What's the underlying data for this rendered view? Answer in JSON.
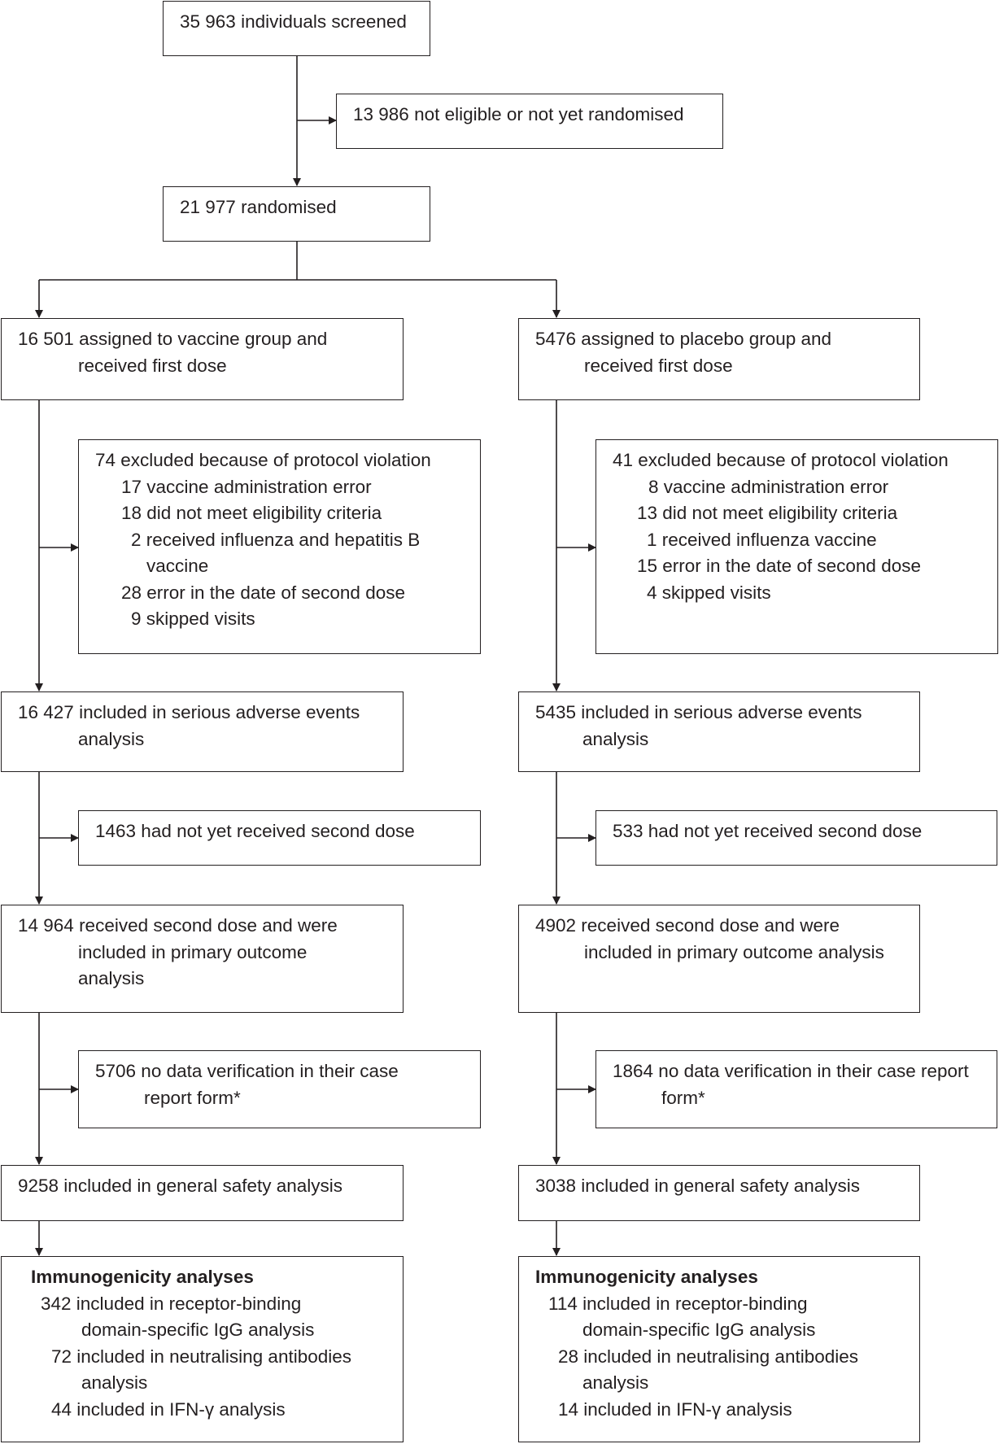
{
  "screened": "35 963 individuals screened",
  "not_eligible": "13 986 not eligible or not yet randomised",
  "randomised": "21 977 randomised",
  "vaccine": {
    "assigned": [
      "16 501 assigned to vaccine group and",
      "received first dose"
    ],
    "excluded": [
      "74 excluded because of protocol violation",
      "17 vaccine administration error",
      "18 did not meet eligibility criteria",
      "2 received influenza and hepatitis B",
      "vaccine",
      "28 error in the date of second dose",
      "9 skipped visits"
    ],
    "sae": [
      "16 427 included in serious adverse events",
      "analysis"
    ],
    "no_second": "1463 had not yet received second dose",
    "second_dose": [
      "14 964 received second dose and were",
      "included in primary outcome",
      "analysis"
    ],
    "no_verification": [
      "5706 no data verification in their case",
      "report form*"
    ],
    "general_safety": "9258 included in general safety analysis",
    "immuno_title": "Immunogenicity analyses",
    "immuno": [
      "342 included in receptor-binding",
      "domain-specific IgG analysis",
      "72 included in neutralising antibodies",
      "analysis",
      "44 included in IFN-γ analysis"
    ]
  },
  "placebo": {
    "assigned": [
      "5476 assigned to placebo group and",
      "received first dose"
    ],
    "excluded": [
      "41 excluded because of protocol violation",
      "8 vaccine administration error",
      "13 did not meet eligibility criteria",
      "1 received influenza vaccine",
      "15 error in the date of second dose",
      "4 skipped visits"
    ],
    "sae": [
      "5435 included in serious adverse events",
      "analysis"
    ],
    "no_second": "533 had not yet received second dose",
    "second_dose": [
      "4902 received second dose and were",
      "included in primary outcome analysis"
    ],
    "no_verification": [
      "1864 no data verification in their case report",
      "form*"
    ],
    "general_safety": "3038 included in general safety analysis",
    "immuno_title": "Immunogenicity analyses",
    "immuno": [
      "114 included in receptor-binding",
      "domain-specific IgG analysis",
      "28 included in neutralising antibodies",
      "analysis",
      "14 included in IFN-γ analysis"
    ]
  }
}
